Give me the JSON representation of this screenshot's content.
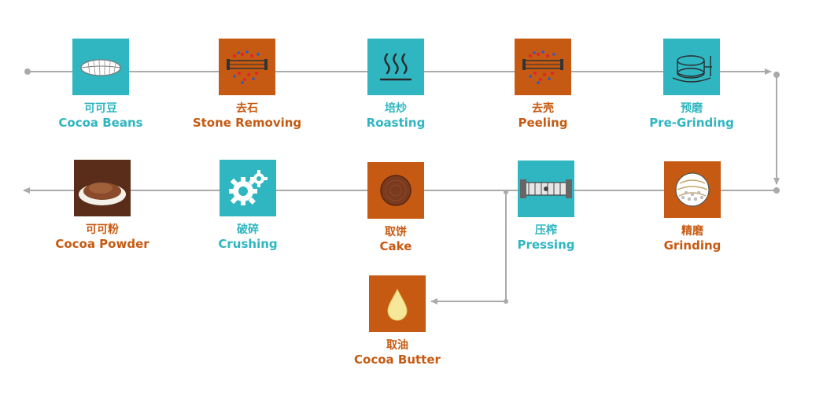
{
  "colors": {
    "teal": "#2fb6c1",
    "orange": "#c65a12",
    "line": "#aaaaaa"
  },
  "steps": [
    {
      "zh": "可可豆",
      "en": "Cocoa Beans",
      "icon": "cocoa-bean-icon"
    },
    {
      "zh": "去石",
      "en": "Stone Removing",
      "icon": "sieve-icon"
    },
    {
      "zh": "培炒",
      "en": "Roasting",
      "icon": "heat-waves-icon"
    },
    {
      "zh": "去壳",
      "en": "Peeling",
      "icon": "sieve-icon"
    },
    {
      "zh": "预磨",
      "en": "Pre-Grinding",
      "icon": "grinder-icon"
    },
    {
      "zh": "精磨",
      "en": "Grinding",
      "icon": "ball-mill-icon"
    },
    {
      "zh": "压榨",
      "en": "Pressing",
      "icon": "press-machine-icon"
    },
    {
      "zh": "取饼",
      "en": "Cake",
      "icon": "cocoa-cake-icon"
    },
    {
      "zh": "破碎",
      "en": "Crushing",
      "icon": "gears-icon"
    },
    {
      "zh": "可可粉",
      "en": "Cocoa Powder",
      "icon": "cocoa-powder-icon"
    },
    {
      "zh": "取油",
      "en": "Cocoa Butter",
      "icon": "oil-drop-icon"
    }
  ]
}
